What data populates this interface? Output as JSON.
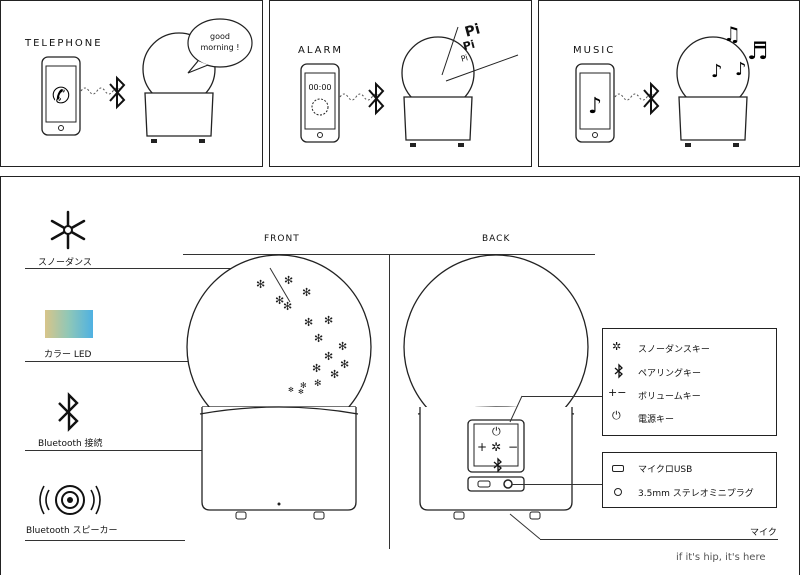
{
  "top_panels": [
    {
      "title": "TELEPHONE",
      "bubble": "good\nmorning !"
    },
    {
      "title": "ALARM",
      "clock": "00:00",
      "sound": [
        "Pi",
        "Pi",
        "Pi"
      ]
    },
    {
      "title": "MUSIC"
    }
  ],
  "features": [
    {
      "label": "スノーダンス"
    },
    {
      "label": "カラー LED"
    },
    {
      "label": "Bluetooth 接続"
    },
    {
      "label": "Bluetooth スピーカー"
    }
  ],
  "views": {
    "front": "FRONT",
    "back": "BACK"
  },
  "keys": [
    "スノーダンスキー",
    "ペアリングキー",
    "ボリュームキー",
    "電源キー"
  ],
  "ports": [
    "マイクロUSB",
    "3.5mm ステレオミニプラグ"
  ],
  "mic": "マイク",
  "credit": "if it's hip, it's here"
}
